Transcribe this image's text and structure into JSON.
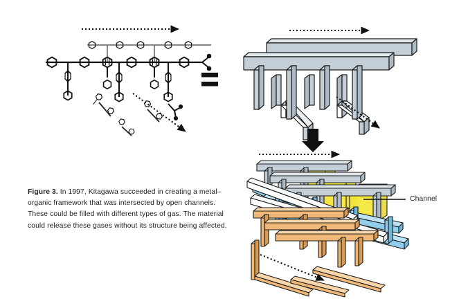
{
  "figure": {
    "id": "Figure 3.",
    "caption": "In 1997, Kitagawa succeeded in creating a metal–organic framework that was intersected by open channels. These could be filled with different types of gas. The material could release these gases without its structure being affected.",
    "caption_full": "Figure 3. In 1997, Kitagawa succeeded in creating a metal–organic framework that was intersected by open channels. These could be filled with different types of gas. The material could release these gases without its structure being affected."
  },
  "annotations": {
    "channel_label": "Channel",
    "equals_symbol": "=",
    "transform_arrow": "down-arrow"
  },
  "panels": [
    {
      "name": "molecular-structure",
      "description": "2D chemical structure diagram of metal-organic framework linkers built from benzene rings",
      "axis_arrows": [
        "horizontal-dotted-arrow",
        "diagonal-dotted-arrow"
      ]
    },
    {
      "name": "single-framework-scaffold",
      "description": "Grey-blue 3D beam scaffold representing one interpenetrating net",
      "axis_arrows": [
        "horizontal-dotted-arrow",
        "diagonal-dotted-arrow"
      ]
    },
    {
      "name": "interpenetrated-framework",
      "description": "Three interpenetrating nets in grey, blue and orange with yellow open channels",
      "axis_arrows": [
        "horizontal-dotted-arrow",
        "diagonal-dotted-arrow"
      ]
    }
  ],
  "colors": {
    "grey_beam_face": "#c3ced6",
    "grey_beam_top": "#dfe6ea",
    "grey_beam_side": "#aebac4",
    "blue_beam_face": "#8fcdea",
    "blue_beam_top": "#bde2f4",
    "blue_beam_side": "#6fb8db",
    "orange_beam_face": "#f0b878",
    "orange_beam_top": "#f8d6aa",
    "orange_beam_side": "#d99a52",
    "white_beam_face": "#ffffff",
    "channel_yellow": "#f5e63c",
    "outline": "#1a1a1a",
    "text": "#231f20",
    "background": "#ffffff"
  }
}
